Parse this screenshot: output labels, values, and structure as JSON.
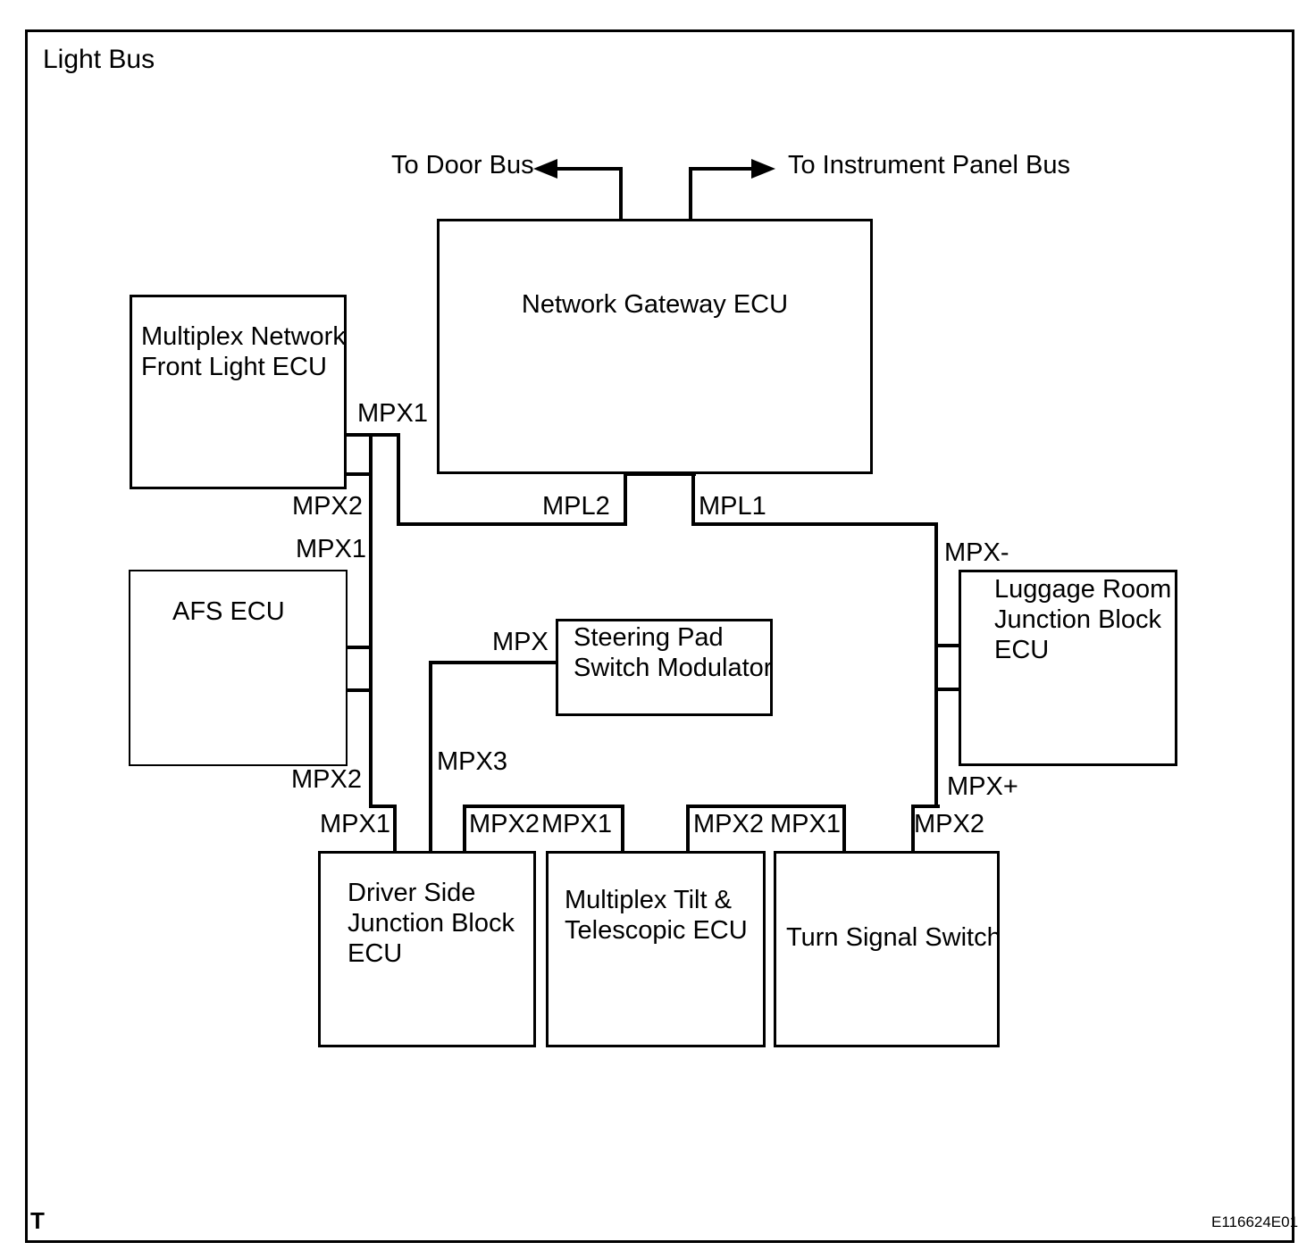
{
  "page": {
    "title": "Light Bus",
    "footer_mark": "T",
    "figure_code": "E116624E01",
    "ink_color": "#000000",
    "bg_color": "#ffffff"
  },
  "buses": {
    "door": {
      "label": "To Door Bus",
      "direction": "left"
    },
    "instrument": {
      "label": "To Instrument Panel Bus",
      "direction": "right"
    }
  },
  "nodes": {
    "gateway": {
      "label": "Network Gateway ECU"
    },
    "front_light": {
      "label": "Multiplex Network\nFront Light ECU"
    },
    "afs": {
      "label": "AFS ECU"
    },
    "steering": {
      "label": "Steering Pad\nSwitch Modulator"
    },
    "luggage": {
      "label": "Luggage Room\nJunction Block\nECU"
    },
    "driver": {
      "label": "Driver Side\nJunction Block\nECU"
    },
    "tilt": {
      "label": "Multiplex Tilt &\nTelescopic ECU"
    },
    "turn": {
      "label": "Turn Signal Switch"
    }
  },
  "ports": {
    "front_light_mpx1": "MPX1",
    "front_light_mpx2": "MPX2",
    "afs_mpx1": "MPX1",
    "afs_mpx2": "MPX2",
    "gateway_mpl2": "MPL2",
    "gateway_mpl1": "MPL1",
    "luggage_mpx_minus": "MPX-",
    "luggage_mpx_plus": "MPX+",
    "steering_mpx": "MPX",
    "junction_mpx3": "MPX3",
    "driver_mpx1": "MPX1",
    "driver_mpx2": "MPX2",
    "tilt_mpx1": "MPX1",
    "tilt_mpx2": "MPX2",
    "turn_mpx1": "MPX1",
    "turn_mpx2": "MPX2"
  }
}
